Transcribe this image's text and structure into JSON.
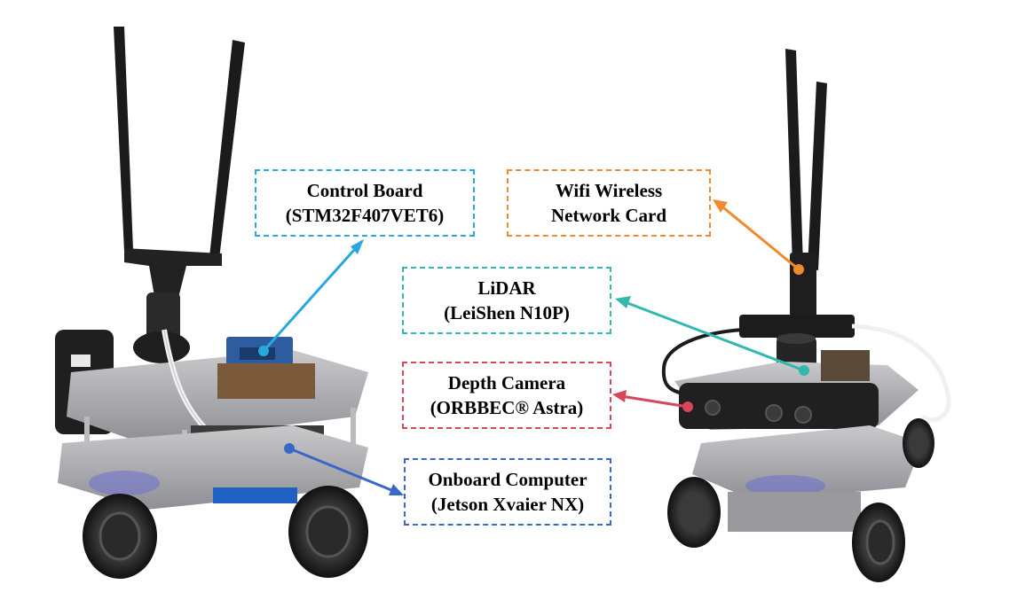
{
  "colors": {
    "control_board": "#29a8df",
    "wifi": "#ef8a2e",
    "lidar": "#31b9ad",
    "depth_camera": "#d8465b",
    "onboard_computer": "#3b68c8"
  },
  "labels": {
    "control_board": {
      "line1": "Control Board",
      "line2": "(STM32F407VET6)"
    },
    "wifi": {
      "line1": "Wifi Wireless",
      "line2": "Network Card"
    },
    "lidar": {
      "line1": "LiDAR",
      "line2": "(LeiShen N10P)"
    },
    "depth_camera": {
      "line1": "Depth Camera",
      "line2": "(ORBBEC® Astra)"
    },
    "onboard_computer": {
      "line1": "Onboard Computer",
      "line2": "(Jetson Xvaier NX)"
    }
  }
}
